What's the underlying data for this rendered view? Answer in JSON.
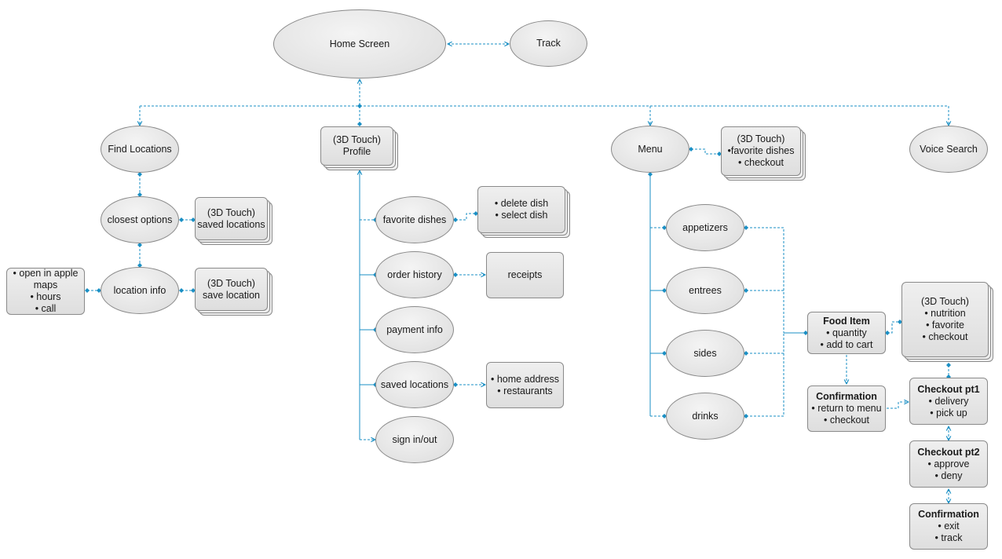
{
  "nodes": {
    "home_screen": "Home Screen",
    "track": "Track",
    "find_locations": "Find Locations",
    "closest_options": "closest options",
    "closest_3d": [
      "(3D Touch)",
      "saved locations"
    ],
    "location_info": "location info",
    "location_actions": [
      "• open in apple",
      "maps",
      "• hours",
      "• call"
    ],
    "location_3d": [
      "(3D Touch)",
      "save location"
    ],
    "profile": [
      "(3D Touch)",
      "Profile"
    ],
    "favorite_dishes": "favorite dishes",
    "favorite_actions": [
      "• delete dish",
      "• select dish"
    ],
    "order_history": "order history",
    "receipts": "receipts",
    "payment_info": "payment info",
    "saved_locations": "saved locations",
    "saved_location_items": [
      "• home address",
      "• restaurants"
    ],
    "sign_in_out": "sign in/out",
    "menu": "Menu",
    "menu_3d": [
      "(3D Touch)",
      "•favorite dishes",
      "• checkout"
    ],
    "appetizers": "appetizers",
    "entrees": "entrees",
    "sides": "sides",
    "drinks": "drinks",
    "food_item": {
      "title": "Food Item",
      "items": [
        "• quantity",
        "• add to cart"
      ]
    },
    "food_item_3d": [
      "(3D Touch)",
      "• nutrition",
      "• favorite",
      "• checkout"
    ],
    "confirmation_menu": {
      "title": "Confirmation",
      "items": [
        "• return to menu",
        "• checkout"
      ]
    },
    "checkout_pt1": {
      "title": "Checkout pt1",
      "items": [
        "• delivery",
        "• pick up"
      ]
    },
    "checkout_pt2": {
      "title": "Checkout pt2",
      "items": [
        "• approve",
        "• deny"
      ]
    },
    "confirmation_final": {
      "title": "Confirmation",
      "items": [
        "• exit",
        "• track"
      ]
    },
    "voice_search": "Voice Search"
  },
  "colors": {
    "connector": "#1a8fc4",
    "node_border": "#8a8a8a",
    "node_fill": "#e3e3e3",
    "text": "#1a1a1a"
  }
}
